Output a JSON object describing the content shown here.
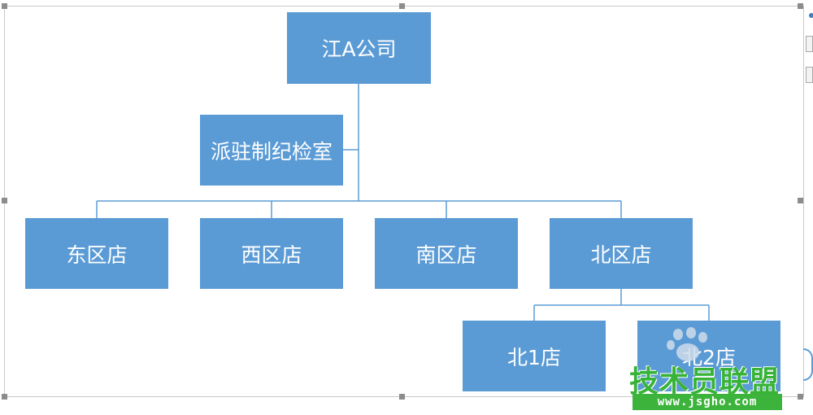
{
  "diagram": {
    "root": "江A公司",
    "assistant": "派驻制纪检室",
    "branches": [
      "东区店",
      "西区店",
      "南区店",
      "北区店"
    ],
    "sub_branches": [
      "北1店",
      "北2店"
    ]
  },
  "watermark": {
    "text": "技术员联盟",
    "url": "www.jsgho.com"
  },
  "colors": {
    "node_fill": "#5b9bd5",
    "connector": "#5b9bd5",
    "watermark_green": "#3cb43c"
  }
}
